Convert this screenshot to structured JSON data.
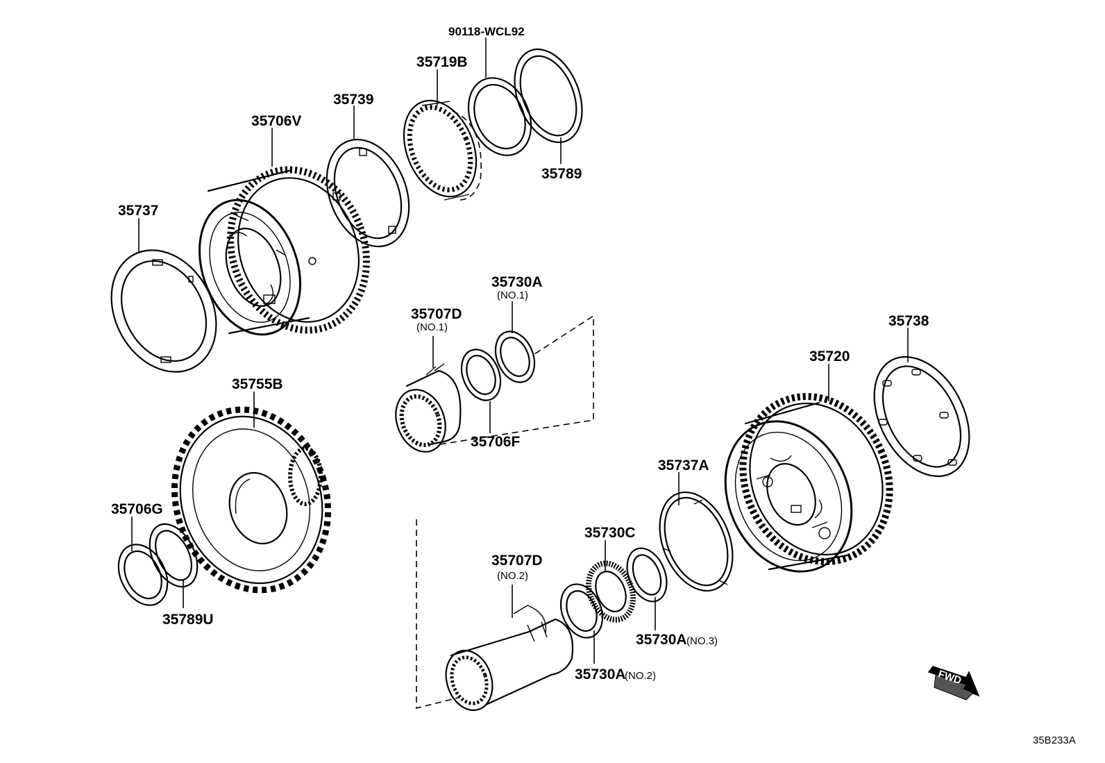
{
  "parts": {
    "p90118": "90118-WCL92",
    "p35719B": "35719B",
    "p35739": "35739",
    "p35706V": "35706V",
    "p35789": "35789",
    "p35737": "35737",
    "p35730A_1": "35730A",
    "p35730A_1_note": "(NO.1)",
    "p35707D_1": "35707D",
    "p35707D_1_note": "(NO.1)",
    "p35738": "35738",
    "p35720": "35720",
    "p35755B": "35755B",
    "p35706F": "35706F",
    "p35737A": "35737A",
    "p35706G": "35706G",
    "p35730C": "35730C",
    "p35707D_2": "35707D",
    "p35707D_2_note": "(NO.2)",
    "p35789U": "35789U",
    "p35730A_3": "35730A",
    "p35730A_3_note": "(NO.3)",
    "p35730A_2": "35730A",
    "p35730A_2_note": "(NO.2)"
  },
  "direction_label": "FWD",
  "diagram_code": "35B233A"
}
